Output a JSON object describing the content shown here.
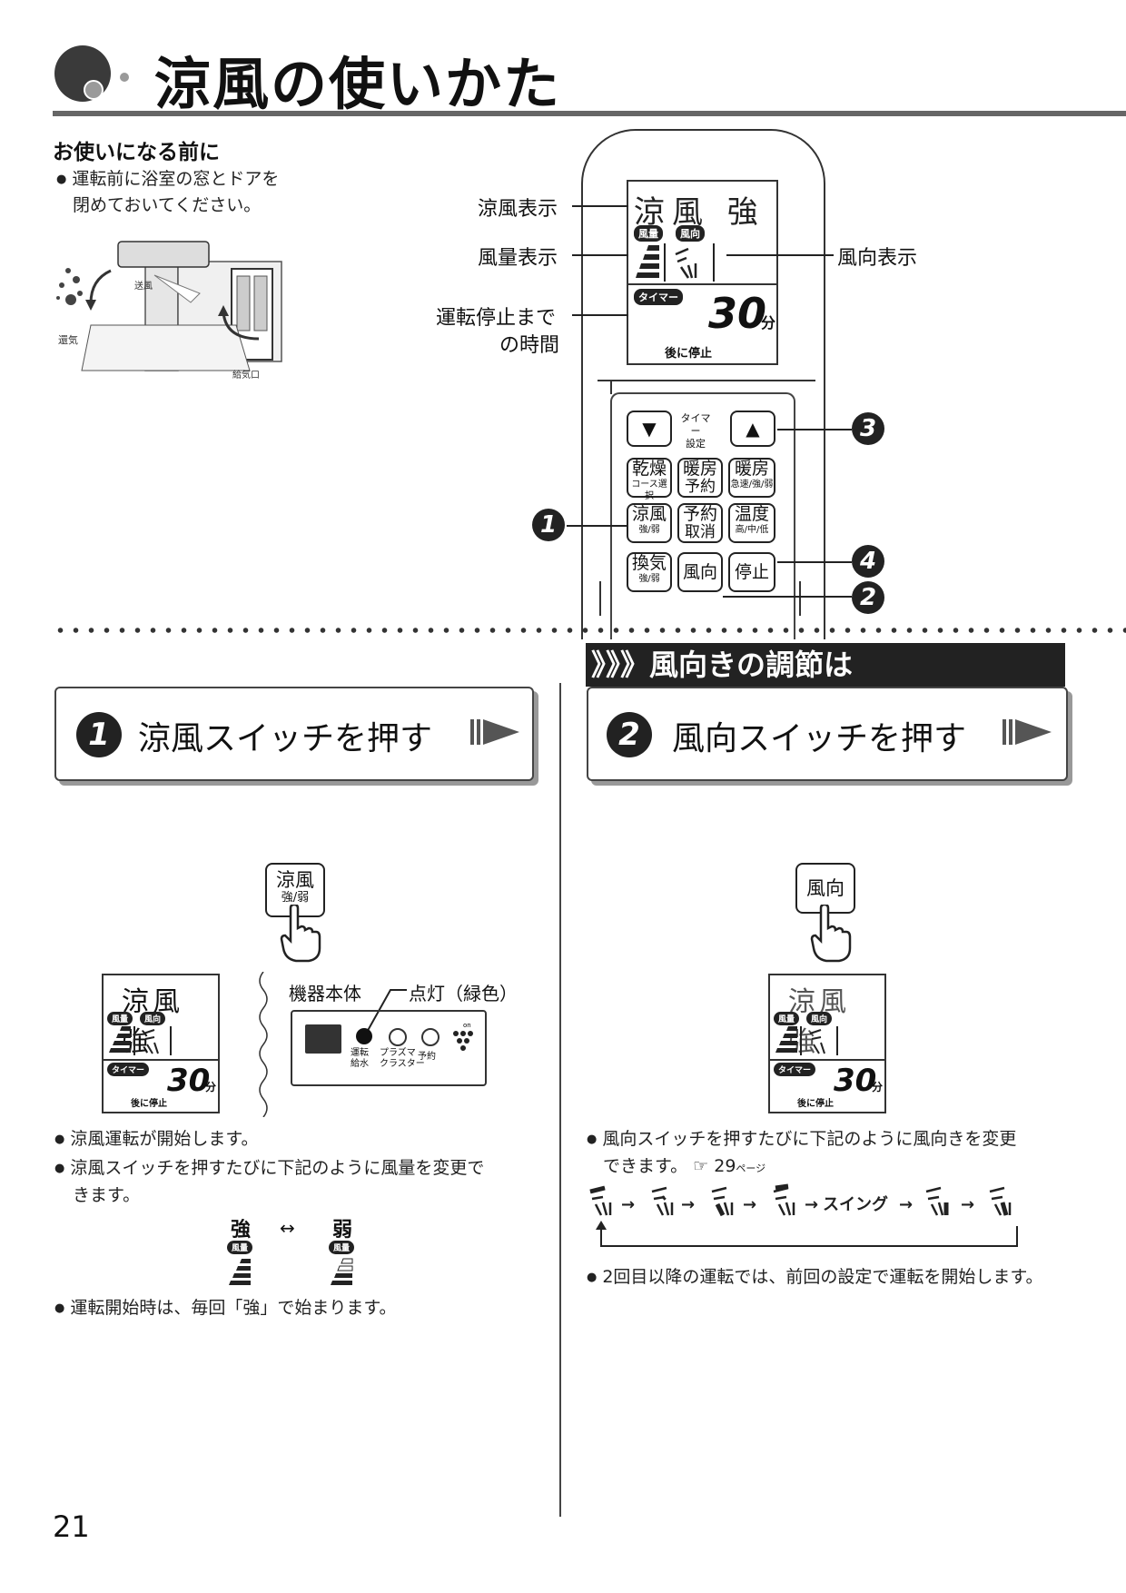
{
  "header": {
    "title": "涼風の使いかた"
  },
  "before_use": {
    "heading": "お使いになる前に",
    "note_line1": "運転前に浴室の窓とドアを",
    "note_line2": "閉めておいてください。",
    "illustration_labels": {
      "exhaust": "還気",
      "blow": "送風",
      "intake": "給気口"
    }
  },
  "remote": {
    "lcd": {
      "title": "涼風 強",
      "chip_volume": "風量",
      "chip_direction": "風向",
      "chip_timer": "タイマー",
      "time": "30",
      "unit": "分",
      "after": "後に停止"
    },
    "labels": {
      "cool_display": "涼風表示",
      "volume_display": "風量表示",
      "direction_display": "風向表示",
      "until_stop_1": "運転停止まで",
      "until_stop_2": "の時間"
    },
    "buttons": {
      "timer_label": "タイマー\n設定",
      "dry": "乾燥",
      "dry_sub": "コース選択",
      "heat_reserve": "暖房",
      "heat_reserve_sub": "予約",
      "heat": "暖房",
      "heat_sub": "急速/強/弱",
      "cool": "涼風",
      "cool_sub": "強/弱",
      "reserve": "予約",
      "reserve_sub": "取消",
      "temp": "温度",
      "temp_sub": "高/中/低",
      "vent": "換気",
      "vent_sub": "強/弱",
      "direction": "風向",
      "stop": "停止"
    },
    "callouts": [
      "1",
      "2",
      "3",
      "4"
    ]
  },
  "step1": {
    "number": "1",
    "title": "涼風スイッチを押す",
    "button_main": "涼風",
    "button_sub": "強/弱",
    "unit_label": "機器本体",
    "lamp_label": "点灯（緑色）",
    "panel_labels": {
      "run": "運転",
      "water": "給水",
      "plasma": "プラズマ",
      "cluster": "クラスター",
      "reserve": "予約",
      "on": "on"
    },
    "bullet1": "涼風運転が開始します。",
    "bullet2a": "涼風スイッチを押すたびに下記のように風量を変更で",
    "bullet2b": "きます。",
    "strong": "強",
    "weak": "弱",
    "bullet3": "運転開始時は、毎回「強」で始まります。"
  },
  "step2": {
    "section_title": "》》》風向きの調節は",
    "number": "2",
    "title": "風向スイッチを押す",
    "button_main": "風向",
    "bullet1a": "風向スイッチを押すたびに下記のように風向きを変更",
    "bullet1b": "できます。",
    "ref": "☞ 29",
    "ref_unit": "ページ",
    "swing": "スイング",
    "bullet2": "2回目以降の運転では、前回の設定で運転を開始します。"
  },
  "page_number": "21"
}
